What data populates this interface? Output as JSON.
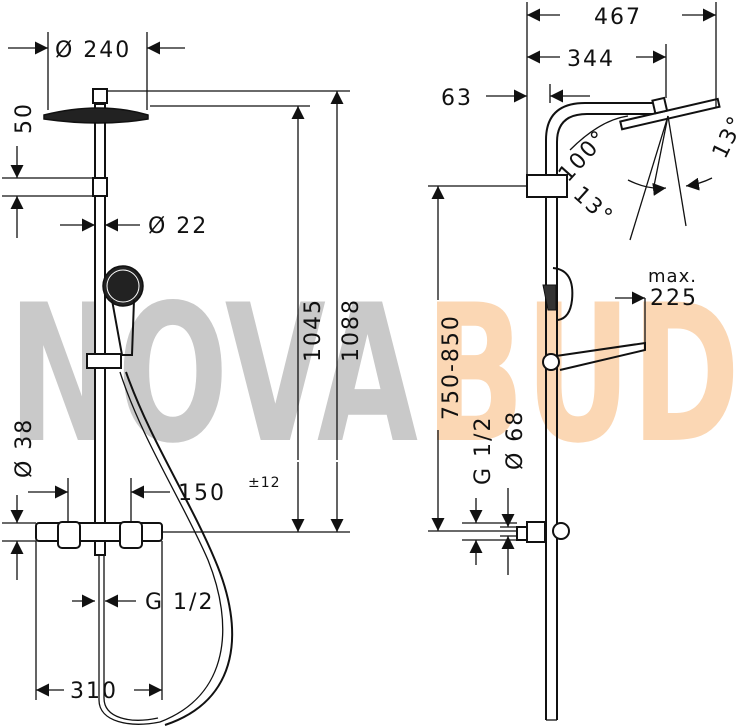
{
  "colors": {
    "line": "#111111",
    "watermark_grey": "#c9c9c9",
    "watermark_orange": "#fbd7b4"
  },
  "watermark": {
    "part1": "NOVA",
    "part2": "BUD"
  },
  "dimensions": {
    "head_diameter": "Ø 240",
    "head_height": "50",
    "pipe_diameter": "Ø 22",
    "total_height_inner": "1045",
    "total_height_outer": "1088",
    "connection_diameter": "Ø 38",
    "spacing": "150",
    "spacing_tol": "±12",
    "thread_left": "G 1/2",
    "width": "310",
    "reach_total": "467",
    "reach_arm": "344",
    "offset": "63",
    "tilt_range": "100°",
    "tilt_a": "13°",
    "tilt_b": "13°",
    "height_range": "750-850",
    "thread_right": "G 1/2",
    "outlet_diameter": "Ø 68",
    "max_label": "max.",
    "max_value": "225"
  }
}
